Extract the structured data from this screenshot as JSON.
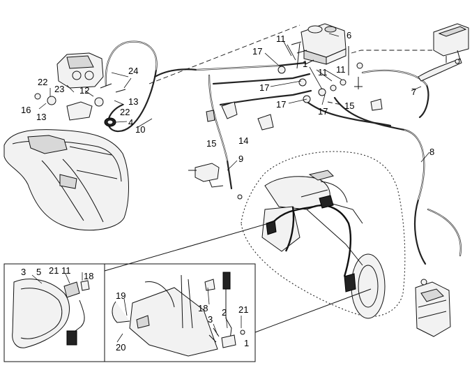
{
  "callouts": {
    "c1": "1",
    "c2": "2",
    "c3a": "3",
    "c3b": "3",
    "c4": "4",
    "c5": "5",
    "c6": "6",
    "c7": "7",
    "c8": "8",
    "c9": "9",
    "c10": "10",
    "c11a": "11",
    "c11b": "11",
    "c11c": "11",
    "c12": "12",
    "c13a": "13",
    "c13b": "13",
    "c14": "14",
    "c15a": "15",
    "c15b": "15",
    "c16": "16",
    "c17a": "17",
    "c17b": "17",
    "c17c": "17",
    "c17d": "17",
    "c18a": "18",
    "c18b": "18",
    "c19": "19",
    "c20": "20",
    "c21a": "21",
    "c21b": "21",
    "c22a": "22",
    "c22b": "22",
    "c23": "23",
    "c24": "24"
  },
  "colors": {
    "line": "#111111",
    "background": "#ffffff",
    "fill": "#f2f2f2"
  }
}
